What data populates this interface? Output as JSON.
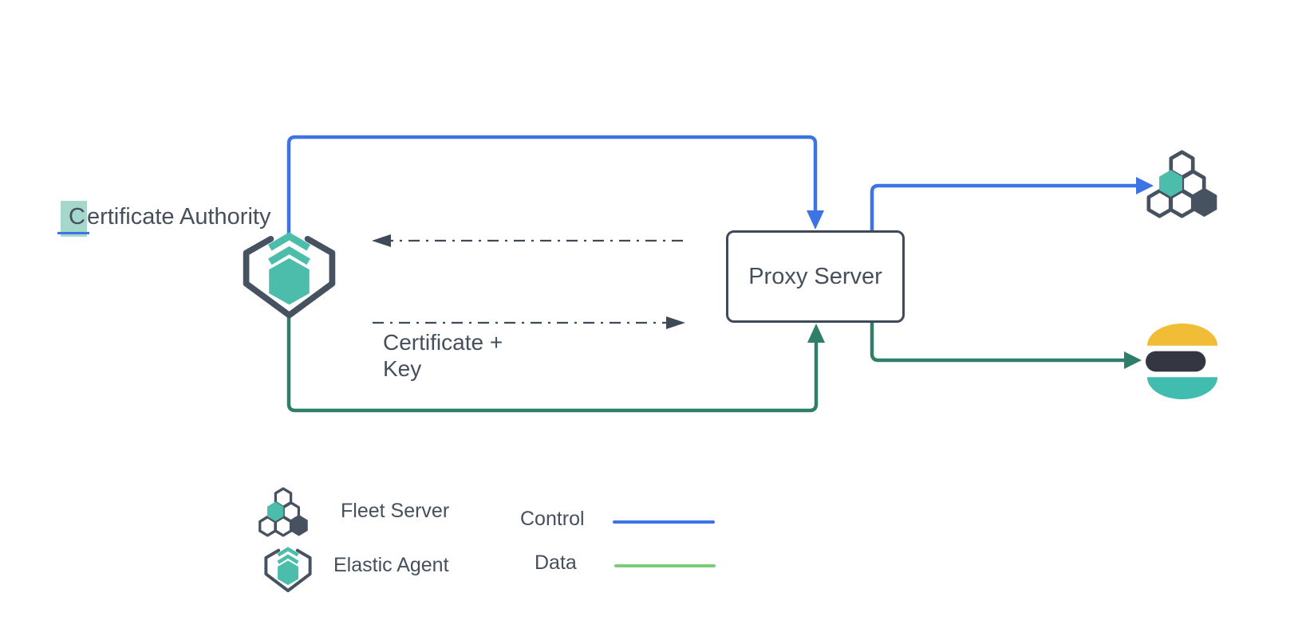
{
  "nodes": {
    "certificate_authority": {
      "selected_text": "C",
      "remaining_text": "ertificate Authority"
    },
    "proxy_server": {
      "label": "Proxy Server"
    },
    "elastic_agent": {
      "icon": "elastic-agent-icon"
    },
    "fleet_server": {
      "icon": "fleet-server-icon"
    },
    "elasticsearch": {
      "icon": "elasticsearch-logo"
    }
  },
  "connectors": [
    {
      "id": "control-agent-to-proxy",
      "kind": "control",
      "from": "elastic-agent",
      "to": "proxy-server",
      "color": "#3D74E3"
    },
    {
      "id": "control-proxy-to-fleet",
      "kind": "control",
      "from": "proxy-server",
      "to": "fleet-server",
      "color": "#3D74E3"
    },
    {
      "id": "data-agent-to-proxy",
      "kind": "data",
      "from": "elastic-agent",
      "to": "proxy-server",
      "color": "#2F7E6A"
    },
    {
      "id": "data-proxy-to-elasticsearch",
      "kind": "data",
      "from": "proxy-server",
      "to": "elasticsearch",
      "color": "#2F7E6A"
    },
    {
      "id": "cert-proxy-to-agent",
      "kind": "certificate-exchange",
      "style": "dash-dot",
      "from": "proxy-server",
      "to": "elastic-agent",
      "color": "#3E4A57"
    },
    {
      "id": "cert-agent-to-proxy",
      "kind": "certificate-exchange",
      "style": "dash-dot",
      "from": "elastic-agent",
      "to": "proxy-server",
      "color": "#3E4A57",
      "label": "Certificate + Key"
    }
  ],
  "legend": {
    "items": [
      {
        "icon": "fleet-server-icon",
        "label": "Fleet Server"
      },
      {
        "icon": "elastic-agent-icon",
        "label": "Elastic Agent"
      }
    ],
    "lines": [
      {
        "label": "Control",
        "color": "#3D74E3"
      },
      {
        "label": "Data",
        "color": "#7FC97B"
      }
    ]
  },
  "colors": {
    "control_line": "#3D74E3",
    "data_line": "#2F7E6A",
    "legend_data_line": "#7FC97B",
    "dashed_line": "#3E4A57",
    "shape_outline": "#475261",
    "box_border": "#3F4B59",
    "text": "#46505C",
    "teal_fill": "#4CBCAB",
    "selection_highlight": "#A5D7CB",
    "elastic_yellow": "#F2BD36",
    "elastic_dark": "#343741",
    "elastic_teal": "#40BDAF"
  }
}
